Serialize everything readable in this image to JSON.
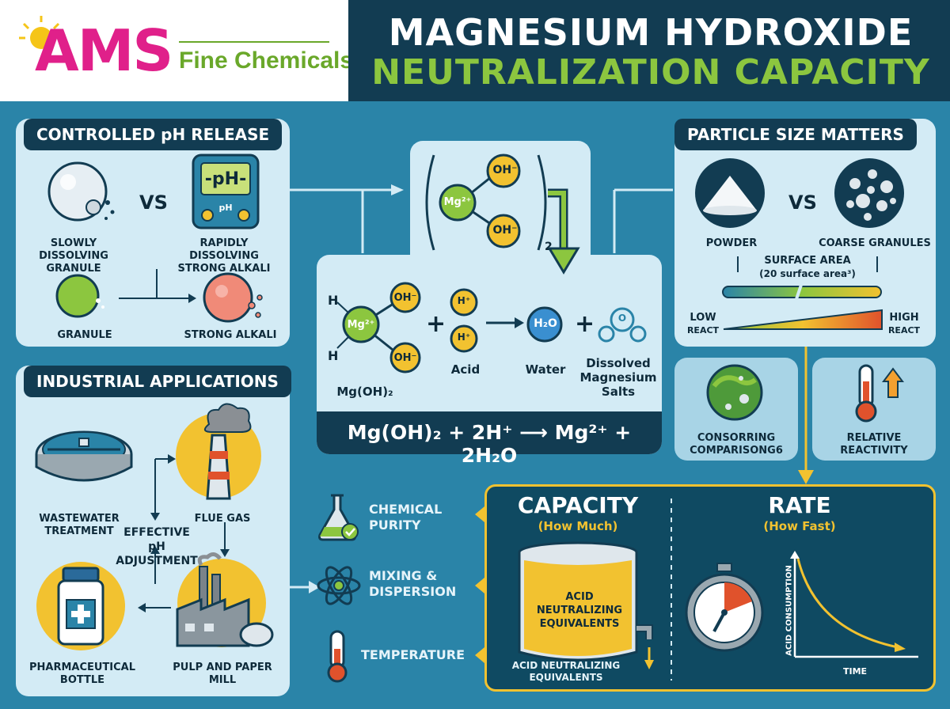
{
  "brand": {
    "logo_text": "AMS",
    "company": "Fine Chemicals"
  },
  "title": {
    "line1": "MAGNESIUM HYDROXIDE",
    "line2": "NEUTRALIZATION CAPACITY"
  },
  "ph_release": {
    "header": "CONTROLLED pH RELEASE",
    "vs": "VS",
    "meter": "-pH-",
    "meter_small": "pH",
    "slow_label": "SLOWLY DISSOLVING GRANULE",
    "rapid_label": "RAPIDLY DISSOLVING STRONG ALKALI",
    "granule_label": "GRANULE",
    "strong_label": "STRONG ALKALI"
  },
  "reaction": {
    "oh": "OH⁻",
    "mg": "Mg²⁺",
    "h": "H",
    "hplus": "H⁺",
    "h2o": "H₂O",
    "subscript": "2",
    "o": "O",
    "mgoh2": "Mg(OH)₂",
    "plus": "+",
    "acid": "Acid",
    "water": "Water",
    "salts": "Dissolved Magnesium Salts",
    "equation": "Mg(OH)₂ + 2H⁺ ⟶ Mg²⁺ + 2H₂O"
  },
  "particle": {
    "header": "PARTICLE SIZE MATTERS",
    "vs": "VS",
    "powder": "POWDER",
    "coarse": "COARSE GRANULES",
    "surface": "SURFACE AREA",
    "surface_sub": "(20 surface area³)",
    "low": "LOW",
    "low_sub": "REACT",
    "high": "HIGH",
    "high_sub": "REACT"
  },
  "cards": {
    "comparison": "CONSORRING COMPARISONG6",
    "reactivity": "RELATIVE REACTIVITY"
  },
  "industrial": {
    "header": "INDUSTRIAL APPLICATIONS",
    "wastewater": "WASTEWATER TREATMENT",
    "flue": "FLUE GAS",
    "center": "EFFECTIVE pH ADJUSTMENT",
    "pharma": "PHARMACEUTICAL BOTTLE",
    "pulp": "PULP AND PAPER MILL"
  },
  "factors": {
    "purity": "CHEMICAL PURITY",
    "mixing": "MIXING & DISPERSION",
    "temperature": "TEMPERATURE"
  },
  "capacity": {
    "title": "CAPACITY",
    "sub": "(How Much)",
    "tank_label": "ACID NEUTRALIZING EQUIVALENTS",
    "bottom_label": "ACID NEUTRALIZING EQUIVALENTS"
  },
  "rate": {
    "title": "RATE",
    "sub": "(How Fast)",
    "ylabel": "ACID CONSUMPTION",
    "xlabel": "TIME"
  },
  "colors": {
    "navy": "#123c52",
    "green": "#8cc63f",
    "yellow": "#f2c230",
    "panel": "#d3ebf5",
    "bg": "#2a84a8"
  }
}
